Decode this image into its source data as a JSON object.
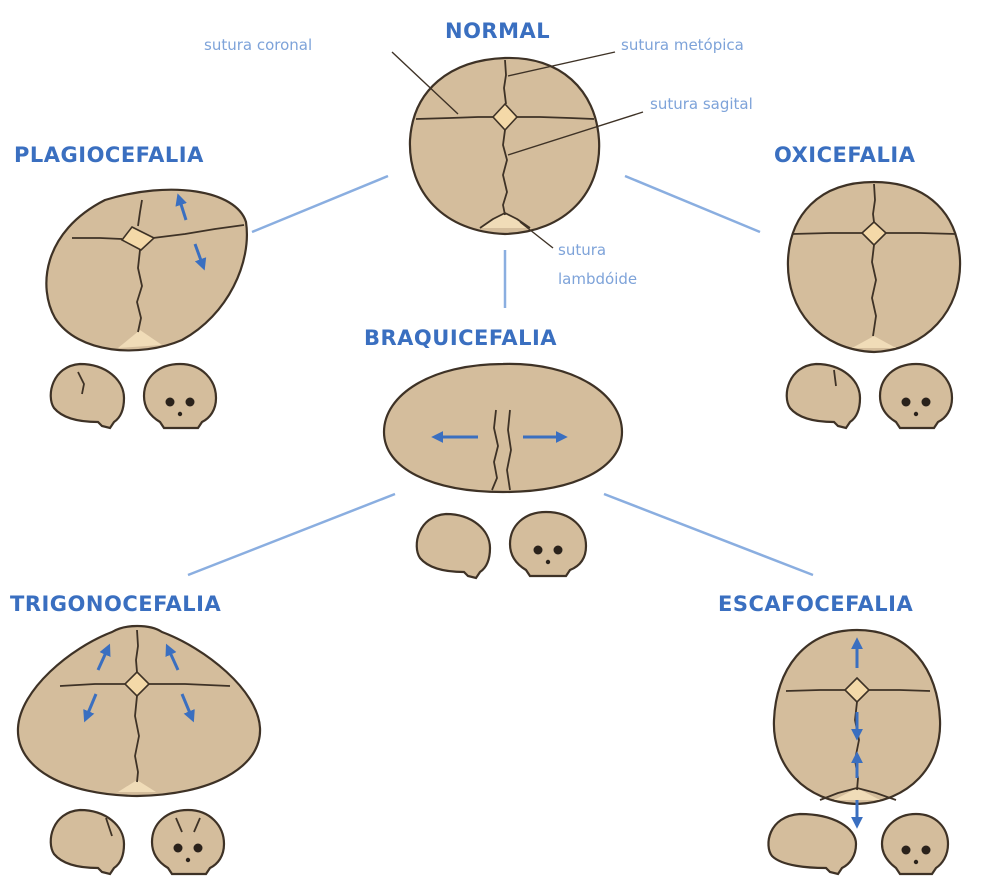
{
  "headings": {
    "normal": "NORMAL",
    "plagiocefalia": "PLAGIOCEFALIA",
    "oxicefalia": "OXICEFALIA",
    "braquicefalia": "BRAQUICEFALIA",
    "trigonocefalia": "TRIGONOCEFALIA",
    "escafocefalia": "ESCAFOCEFALIA"
  },
  "sutures": {
    "coronal": "sutura coronal",
    "metopica": "sutura metópica",
    "sagital": "sutura sagital",
    "lambdoide_1": "sutura",
    "lambdoide_2": "lambdóide"
  },
  "colors": {
    "heading": "#3a6fc0",
    "suture_label": "#7ea3d9",
    "skull_fill": "#d4bd9c",
    "outline": "#3e3226",
    "connector": "#8aaee0",
    "arrow": "#3a6fc0"
  }
}
